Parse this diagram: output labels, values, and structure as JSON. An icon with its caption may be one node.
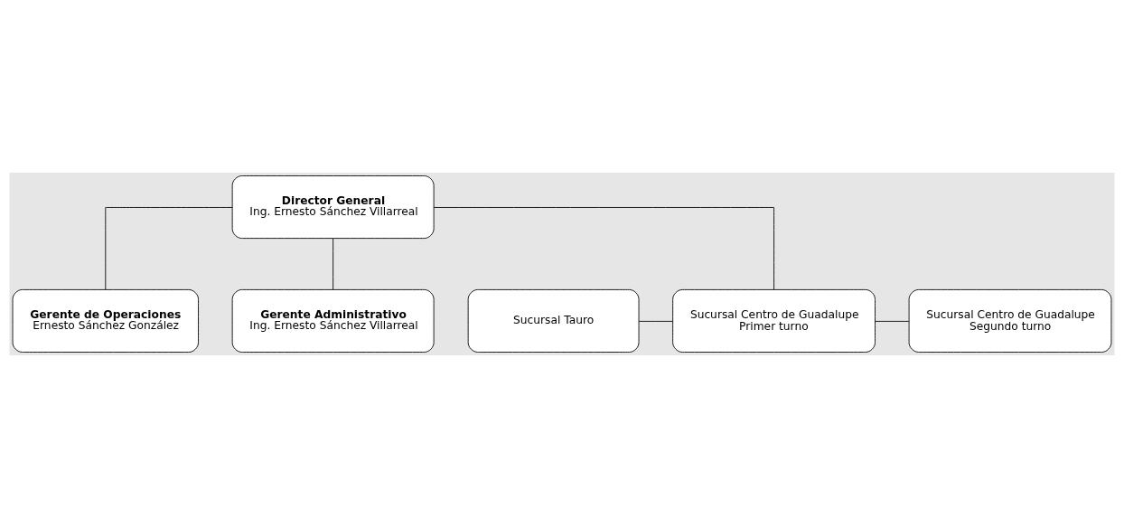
{
  "diagram": {
    "nodes": [
      {
        "text": [
          "Director General",
          "Ing. Ernesto Sánchez Villarreal"
        ]
      },
      {
        "text": [
          "Gerente de Operaciones",
          "Ernesto Sánchez González"
        ]
      },
      {
        "text": [
          "Gerente Administrativo",
          "Ing. Ernesto Sánchez Villarreal"
        ]
      },
      {
        "text": [
          "Sucursal Tauro"
        ]
      },
      {
        "text": [
          "Sucursal Centro de Guadalupe",
          "Primer turno"
        ]
      },
      {
        "text": [
          "Sucursal Centro de Guadalupe",
          "Segundo turno"
        ]
      }
    ],
    "edges": [
      {
        "from": 0,
        "to": 1,
        "arrow": "none"
      },
      {
        "from": 0,
        "to": 2,
        "arrow": "none"
      },
      {
        "from": 0,
        "to": 4,
        "arrow": "none"
      },
      {
        "from": 3,
        "to": 4,
        "arrow": "none"
      },
      {
        "from": 4,
        "to": 5,
        "arrow": "none"
      }
    ]
  }
}
